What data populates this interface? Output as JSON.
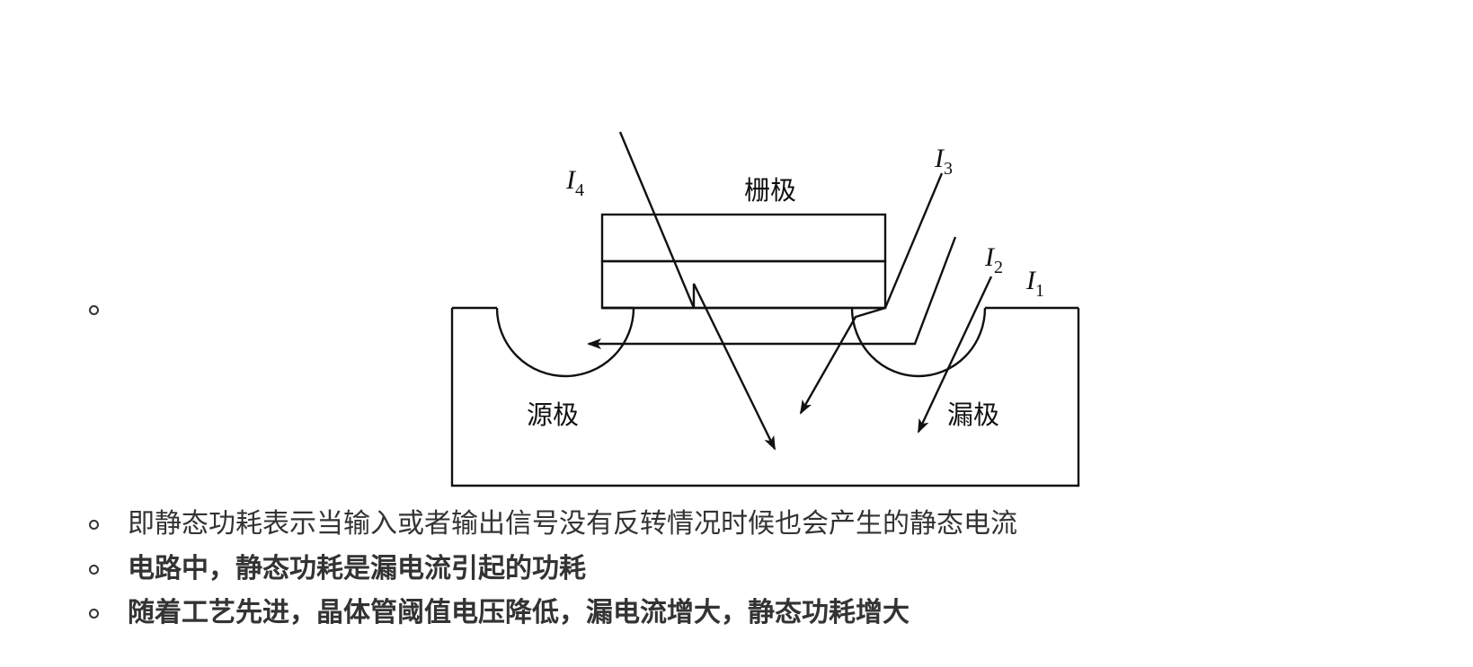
{
  "diagram": {
    "gate_label": "栅极",
    "source_label": "源极",
    "drain_label": "漏极",
    "currents": [
      {
        "symbol": "I",
        "subscript": "1"
      },
      {
        "symbol": "I",
        "subscript": "2"
      },
      {
        "symbol": "I",
        "subscript": "3"
      },
      {
        "symbol": "I",
        "subscript": "4"
      }
    ]
  },
  "list": {
    "items": [
      {
        "text": "即静态功耗表示当输入或者输出信号没有反转情况时候也会产生的静态电流",
        "bold": false
      },
      {
        "text": "电路中，静态功耗是漏电流引起的功耗",
        "bold": true
      },
      {
        "text": "随着工艺先进，晶体管阈值电压降低，漏电流增大，静态功耗增大",
        "bold": true
      }
    ]
  },
  "colors": {
    "text": "#333333",
    "line": "#111111",
    "background": "#ffffff"
  }
}
